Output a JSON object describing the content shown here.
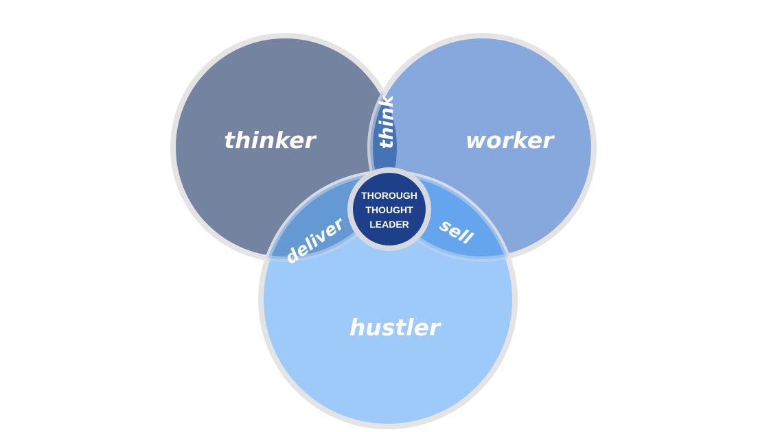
{
  "diagram": {
    "type": "venn",
    "circles": [
      {
        "id": "thinker",
        "label": "thinker",
        "color": "#74839f"
      },
      {
        "id": "worker",
        "label": "worker",
        "color": "#86a8dc"
      },
      {
        "id": "hustler",
        "label": "hustler",
        "color": "#9dcaf9"
      }
    ],
    "overlaps": [
      {
        "sets": [
          "thinker",
          "worker"
        ],
        "label": "think",
        "color": "#4673b4"
      },
      {
        "sets": [
          "thinker",
          "hustler"
        ],
        "label": "deliver",
        "color": "#6599d3"
      },
      {
        "sets": [
          "worker",
          "hustler"
        ],
        "label": "sell",
        "color": "#64a5ee"
      }
    ],
    "center": {
      "line1": "THOROUGH",
      "line2": "THOUGHT",
      "line3": "LEADER",
      "color": "#1e3f8a"
    },
    "border_color": "#e4e4e4"
  }
}
